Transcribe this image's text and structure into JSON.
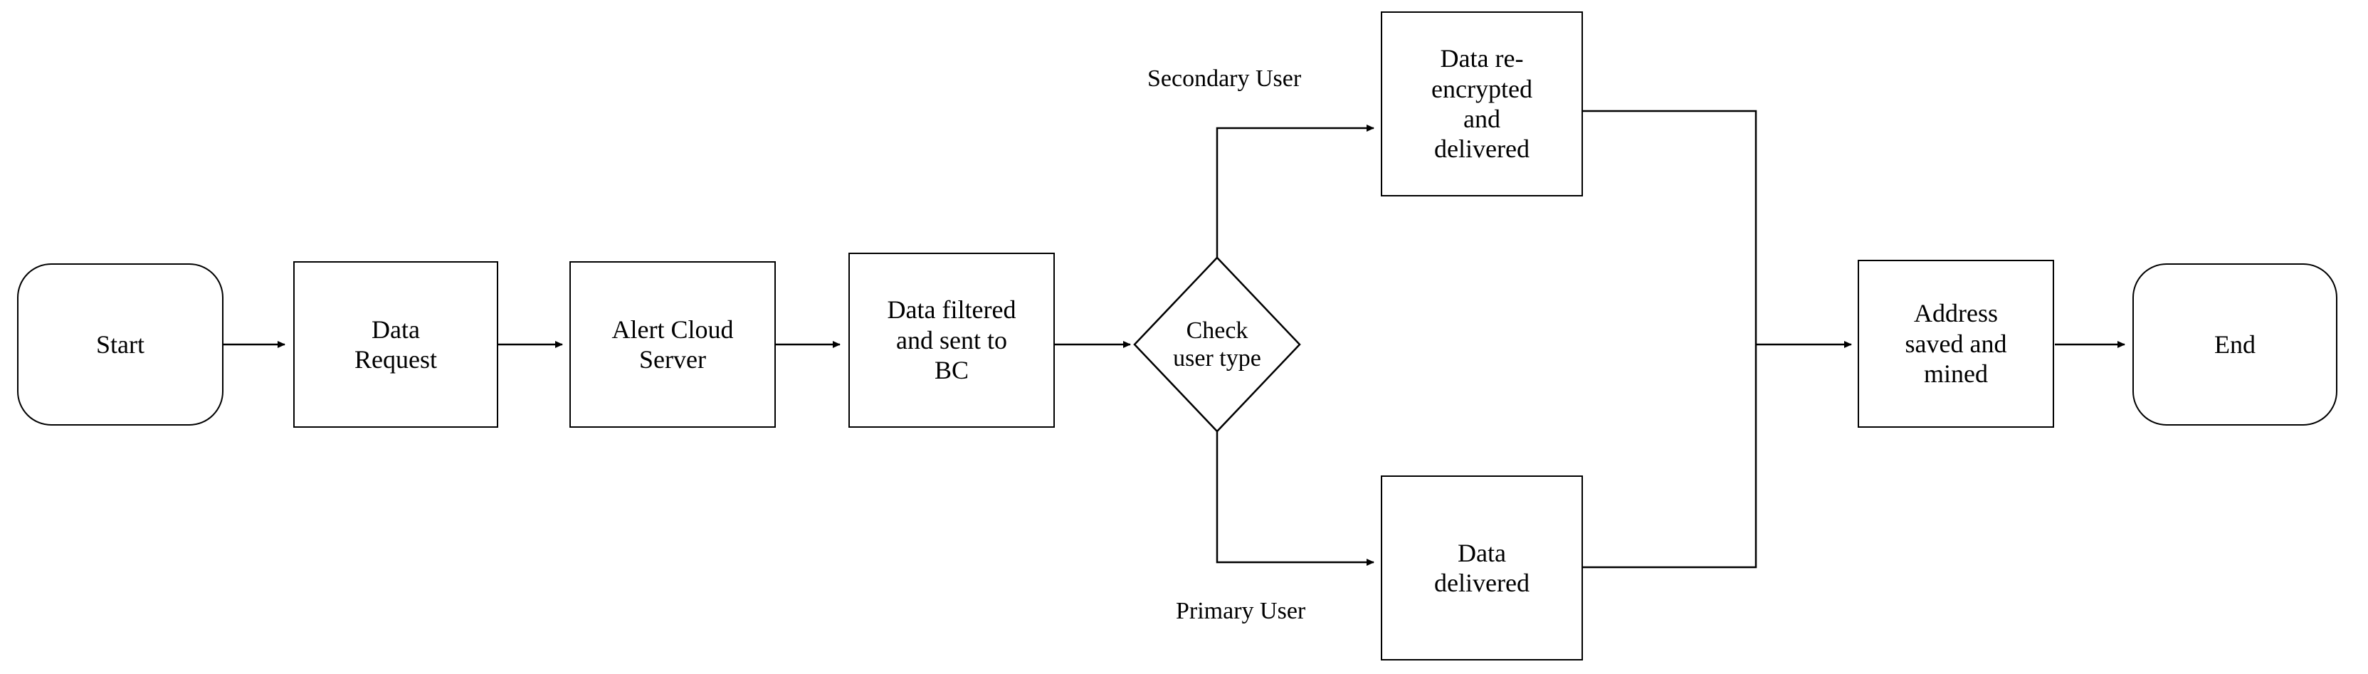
{
  "diagram": {
    "type": "flowchart",
    "title": "",
    "nodes": [
      {
        "id": "start",
        "label": "Start",
        "shape": "terminator"
      },
      {
        "id": "data_request",
        "label": "Data\nRequest",
        "shape": "process"
      },
      {
        "id": "alert_cloud_server",
        "label": "Alert Cloud\nServer",
        "shape": "process"
      },
      {
        "id": "data_filtered",
        "label": "Data filtered\nand sent to\nBC",
        "shape": "process"
      },
      {
        "id": "check_user_type",
        "label": "Check\nuser type",
        "shape": "decision"
      },
      {
        "id": "data_reencrypted",
        "label": "Data re-\nencrypted\nand\ndelivered",
        "shape": "process"
      },
      {
        "id": "data_delivered",
        "label": "Data\ndelivered",
        "shape": "process"
      },
      {
        "id": "address_saved",
        "label": "Address\nsaved and\nmined",
        "shape": "process"
      },
      {
        "id": "end",
        "label": "End",
        "shape": "terminator"
      }
    ],
    "edge_labels": {
      "secondary_user": "Secondary User",
      "primary_user": "Primary User"
    },
    "colors": {
      "stroke": "#000000",
      "fill": "#ffffff",
      "text": "#000000"
    }
  }
}
